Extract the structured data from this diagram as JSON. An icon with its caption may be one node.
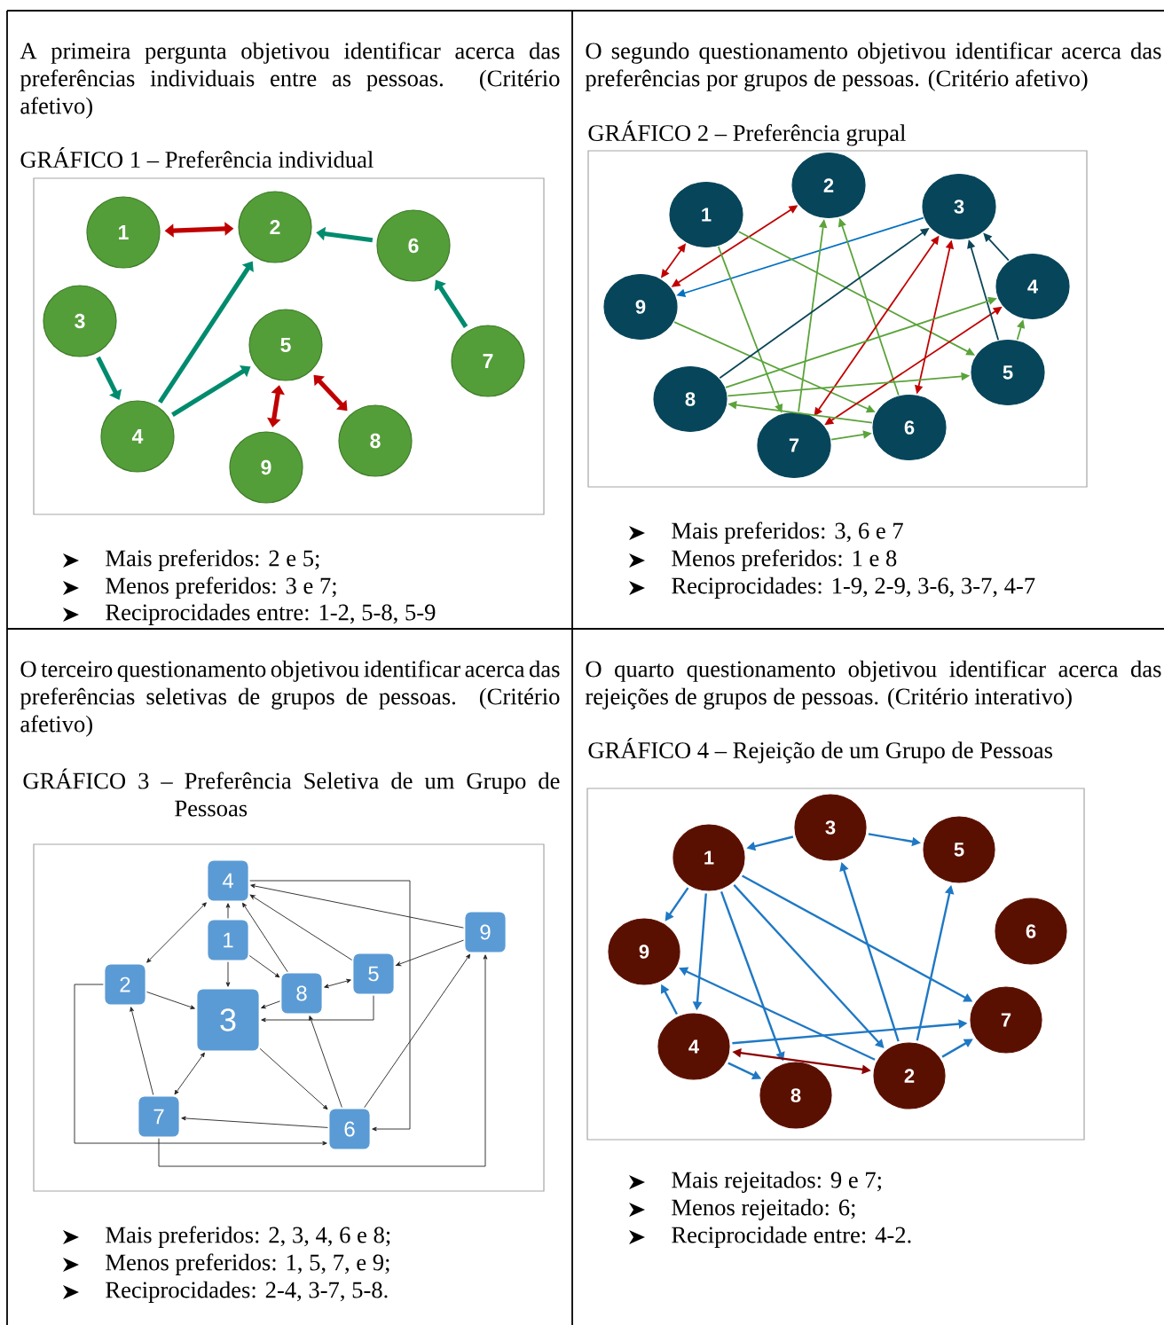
{
  "diagram": {
    "nodes": [
      {
        "text": [
          "1"
        ]
      },
      {
        "text": [
          "2"
        ]
      },
      {
        "text": [
          "3"
        ]
      },
      {
        "text": [
          "4"
        ]
      },
      {
        "text": [
          "5"
        ]
      },
      {
        "text": [
          "6"
        ]
      },
      {
        "text": [
          "7"
        ]
      },
      {
        "text": [
          "8"
        ]
      },
      {
        "text": [
          "9"
        ]
      },
      {
        "text": [
          "1"
        ]
      },
      {
        "text": [
          "2"
        ]
      },
      {
        "text": [
          "3"
        ]
      },
      {
        "text": [
          "4"
        ]
      },
      {
        "text": [
          "5"
        ]
      },
      {
        "text": [
          "6"
        ]
      },
      {
        "text": [
          "7"
        ]
      },
      {
        "text": [
          "8"
        ]
      },
      {
        "text": [
          "9"
        ]
      },
      {
        "text": [
          "1"
        ]
      },
      {
        "text": [
          "2"
        ]
      },
      {
        "text": [
          "3"
        ]
      },
      {
        "text": [
          "4"
        ]
      },
      {
        "text": [
          "5"
        ]
      },
      {
        "text": [
          "6"
        ]
      },
      {
        "text": [
          "7"
        ]
      },
      {
        "text": [
          "8"
        ]
      },
      {
        "text": [
          "9"
        ]
      },
      {
        "text": [
          "1"
        ]
      },
      {
        "text": [
          "2"
        ]
      },
      {
        "text": [
          "3"
        ]
      },
      {
        "text": [
          "4"
        ]
      },
      {
        "text": [
          "5"
        ]
      },
      {
        "text": [
          "6"
        ]
      },
      {
        "text": [
          "7"
        ]
      },
      {
        "text": [
          "8"
        ]
      },
      {
        "text": [
          "9"
        ]
      }
    ],
    "edges": [
      {
        "from": 0,
        "to": 1,
        "arrow": "both",
        "style": "thick",
        "color": "#c00000"
      },
      {
        "from": 5,
        "to": 1,
        "arrow": "to",
        "style": "thick",
        "color": "#008b6e"
      },
      {
        "from": 2,
        "to": 3,
        "arrow": "to",
        "style": "thick",
        "color": "#008b6e"
      },
      {
        "from": 3,
        "to": 1,
        "arrow": "to",
        "style": "thick",
        "color": "#008b6e"
      },
      {
        "from": 3,
        "to": 4,
        "arrow": "to",
        "style": "thick",
        "color": "#008b6e"
      },
      {
        "from": 4,
        "to": 8,
        "arrow": "both",
        "style": "thick",
        "color": "#c00000"
      },
      {
        "from": 4,
        "to": 7,
        "arrow": "both",
        "style": "thick",
        "color": "#c00000"
      },
      {
        "from": 6,
        "to": 5,
        "arrow": "to",
        "style": "thick",
        "color": "#008b6e"
      },
      {
        "from": 9,
        "to": 17,
        "arrow": "both",
        "color": "#c00000"
      },
      {
        "from": 17,
        "to": 10,
        "arrow": "both",
        "color": "#c00000"
      },
      {
        "from": 11,
        "to": 17,
        "arrow": "to",
        "color": "#0070c0"
      },
      {
        "from": 9,
        "to": 13,
        "arrow": "to",
        "color": "#5ba33b"
      },
      {
        "from": 9,
        "to": 15,
        "arrow": "to",
        "color": "#5ba33b"
      },
      {
        "from": 17,
        "to": 14,
        "arrow": "to",
        "color": "#5ba33b"
      },
      {
        "from": 15,
        "to": 10,
        "arrow": "to",
        "color": "#5ba33b"
      },
      {
        "from": 14,
        "to": 10,
        "arrow": "to",
        "color": "#5ba33b"
      },
      {
        "from": 16,
        "to": 11,
        "arrow": "to",
        "color": "#0b4558"
      },
      {
        "from": 15,
        "to": 11,
        "arrow": "both",
        "color": "#c00000"
      },
      {
        "from": 14,
        "to": 11,
        "arrow": "both",
        "color": "#c00000"
      },
      {
        "from": 15,
        "to": 12,
        "arrow": "both",
        "color": "#c00000"
      },
      {
        "from": 13,
        "to": 11,
        "arrow": "to",
        "color": "#0b4558"
      },
      {
        "from": 12,
        "to": 11,
        "arrow": "to",
        "color": "#0b4558"
      },
      {
        "from": 13,
        "to": 12,
        "arrow": "to",
        "color": "#5ba33b"
      },
      {
        "from": 16,
        "to": 12,
        "arrow": "to",
        "color": "#5ba33b"
      },
      {
        "from": 16,
        "to": 13,
        "arrow": "to",
        "color": "#5ba33b"
      },
      {
        "from": 14,
        "to": 16,
        "arrow": "to",
        "color": "#5ba33b"
      },
      {
        "from": 15,
        "to": 14,
        "arrow": "to",
        "color": "#5ba33b"
      },
      {
        "from": 21,
        "to": 19,
        "arrow": "both",
        "color": "#222222"
      },
      {
        "from": 18,
        "to": 21,
        "arrow": "to",
        "color": "#222222"
      },
      {
        "from": 18,
        "to": 20,
        "arrow": "to",
        "color": "#222222"
      },
      {
        "from": 18,
        "to": 25,
        "arrow": "to",
        "color": "#222222"
      },
      {
        "from": 25,
        "to": 21,
        "arrow": "to",
        "color": "#222222"
      },
      {
        "from": 22,
        "to": 21,
        "arrow": "to",
        "color": "#222222"
      },
      {
        "from": 26,
        "to": 21,
        "arrow": "to",
        "color": "#222222"
      },
      {
        "from": 26,
        "to": 22,
        "arrow": "to",
        "color": "#222222"
      },
      {
        "from": 25,
        "to": 22,
        "arrow": "both",
        "color": "#222222"
      },
      {
        "from": 25,
        "to": 20,
        "arrow": "to",
        "color": "#222222"
      },
      {
        "from": 19,
        "to": 20,
        "arrow": "to",
        "color": "#222222"
      },
      {
        "from": 22,
        "to": 20,
        "arrow": "to",
        "color": "#222222"
      },
      {
        "from": 20,
        "to": 24,
        "arrow": "both",
        "color": "#222222"
      },
      {
        "from": 20,
        "to": 23,
        "arrow": "to",
        "color": "#222222"
      },
      {
        "from": 23,
        "to": 25,
        "arrow": "to",
        "color": "#222222"
      },
      {
        "from": 23,
        "to": 26,
        "arrow": "to",
        "color": "#222222"
      },
      {
        "from": 23,
        "to": 24,
        "arrow": "to",
        "color": "#222222"
      },
      {
        "from": 24,
        "to": 19,
        "arrow": "to",
        "color": "#222222"
      },
      {
        "from": 19,
        "to": 23,
        "arrow": "to",
        "color": "#222222"
      },
      {
        "from": 21,
        "to": 23,
        "arrow": "to",
        "color": "#222222"
      },
      {
        "from": 24,
        "to": 26,
        "arrow": "to",
        "color": "#222222"
      },
      {
        "from": 29,
        "to": 27,
        "arrow": "to",
        "color": "#1f78c4"
      },
      {
        "from": 29,
        "to": 31,
        "arrow": "to",
        "color": "#1f78c4"
      },
      {
        "from": 27,
        "to": 35,
        "arrow": "to",
        "color": "#1f78c4"
      },
      {
        "from": 27,
        "to": 30,
        "arrow": "to",
        "color": "#1f78c4"
      },
      {
        "from": 27,
        "to": 34,
        "arrow": "to",
        "color": "#1f78c4"
      },
      {
        "from": 27,
        "to": 28,
        "arrow": "to",
        "color": "#1f78c4"
      },
      {
        "from": 27,
        "to": 33,
        "arrow": "to",
        "color": "#1f78c4"
      },
      {
        "from": 28,
        "to": 29,
        "arrow": "to",
        "color": "#1f78c4"
      },
      {
        "from": 28,
        "to": 31,
        "arrow": "to",
        "color": "#1f78c4"
      },
      {
        "from": 28,
        "to": 35,
        "arrow": "to",
        "color": "#1f78c4"
      },
      {
        "from": 28,
        "to": 33,
        "arrow": "to",
        "color": "#1f78c4"
      },
      {
        "from": 30,
        "to": 35,
        "arrow": "to",
        "color": "#1f78c4"
      },
      {
        "from": 30,
        "to": 33,
        "arrow": "to",
        "color": "#1f78c4"
      },
      {
        "from": 30,
        "to": 34,
        "arrow": "to",
        "color": "#1f78c4"
      },
      {
        "from": 30,
        "to": 28,
        "arrow": "both",
        "color": "#8b0000"
      }
    ],
    "labels": [
      "A primeira pergunta objetivou identificar acerca das preferências individuais entre as pessoas. (Critério afetivo)",
      "GRÁFICO 1 – Preferência individual",
      "Mais preferidos: 2 e 5;",
      "Menos preferidos: 3 e 7;",
      "Reciprocidades entre: 1-2, 5-8, 5-9",
      "O segundo questionamento objetivou identificar acerca das preferências por grupos de pessoas. (Critério afetivo)",
      "GRÁFICO 2 – Preferência grupal",
      "Mais preferidos: 3, 6 e 7",
      "Menos preferidos: 1 e 8",
      "Reciprocidades: 1-9, 2-9, 3-6, 3-7, 4-7",
      "O terceiro questionamento objetivou identificar acerca das preferências seletivas de grupos de pessoas. (Critério afetivo)",
      "GRÁFICO 3 – Preferência Seletiva de um Grupo de Pessoas",
      "Mais preferidos: 2, 3, 4, 6 e 8;",
      "Menos preferidos: 1, 5, 7, e 9;",
      "Reciprocidades: 2-4, 3-7, 5-8.",
      "O quarto questionamento objetivou identificar acerca das rejeições de grupos de pessoas. (Critério interativo)",
      "GRÁFICO 4 – Rejeição de um Grupo de Pessoas",
      "Mais rejeitados: 9 e 7;",
      "Menos rejeitado: 6;",
      "Reciprocidade entre: 4-2."
    ]
  }
}
